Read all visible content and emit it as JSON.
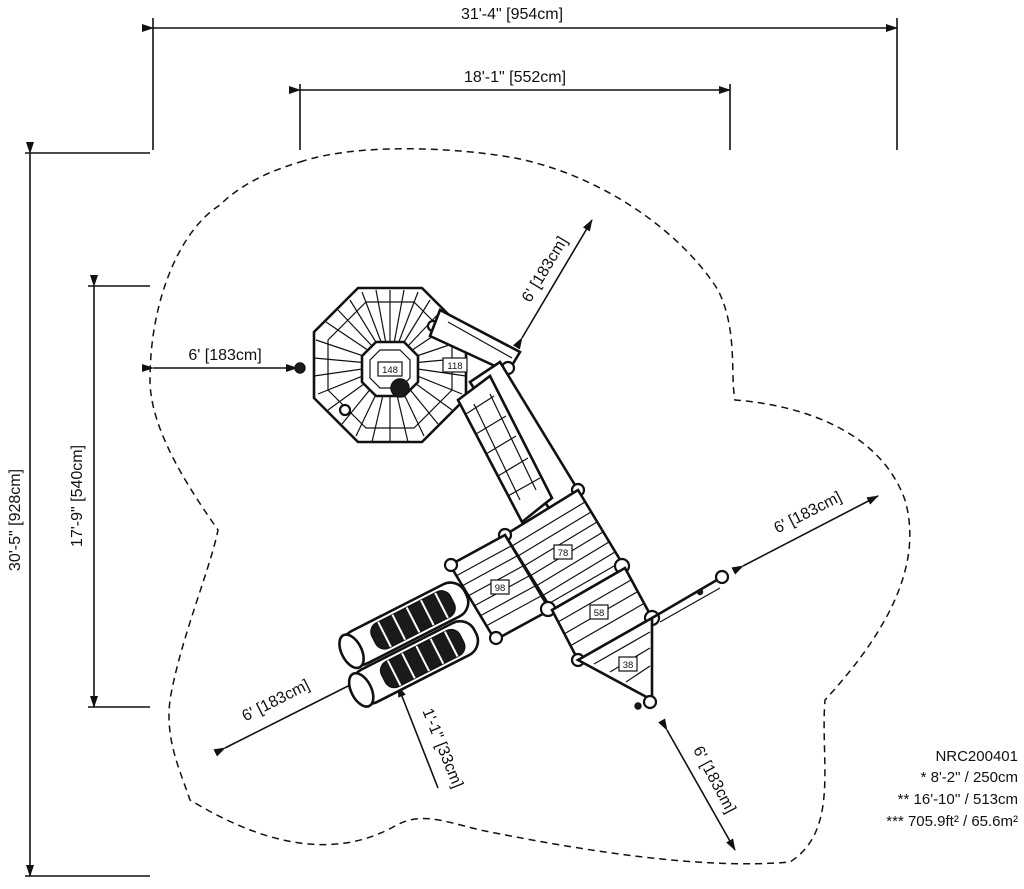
{
  "drawing": {
    "dimensions": {
      "overall_width": "31'-4\" [954cm]",
      "inner_width": "18'-1\" [552cm]",
      "overall_depth": "30'-5\" [928cm]",
      "inner_depth": "17'-9\" [540cm]",
      "clearance_left": "6' [183cm]",
      "clearance_top_right": "6' [183cm]",
      "clearance_right": "6' [183cm]",
      "clearance_bottom_left": "6' [183cm]",
      "clearance_bottom_right": "6' [183cm]",
      "slide_exit": "1'-1\" [33cm]"
    },
    "component_tags": [
      "148",
      "118",
      "78",
      "98",
      "58",
      "38"
    ],
    "info": {
      "model": "NRC200401",
      "height": "* 8'-2\" / 250cm",
      "length": "** 16'-10'' / 513cm",
      "area": "*** 705.9ft² / 65.6m²"
    }
  }
}
